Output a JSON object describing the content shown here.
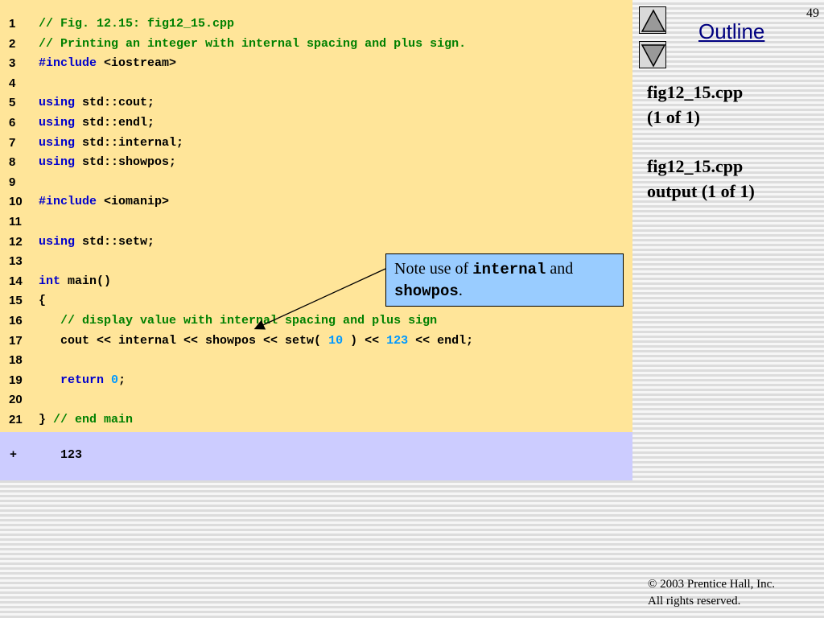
{
  "page_number": "49",
  "outline": {
    "link_label": "Outline",
    "up_icon": "triangle-up-icon",
    "down_icon": "triangle-down-icon"
  },
  "sidebar": {
    "file_title": "fig12_15.cpp",
    "file_page": "(1 of 1)",
    "output_title": "fig12_15.cpp",
    "output_page": "output (1 of 1)"
  },
  "code": {
    "lines": [
      {
        "num": "1",
        "segments": [
          {
            "t": "// Fig. 12.15: fig12_15.cpp",
            "c": "cmt"
          }
        ]
      },
      {
        "num": "2",
        "segments": [
          {
            "t": "// Printing an integer with internal spacing and plus sign.",
            "c": "cmt"
          }
        ]
      },
      {
        "num": "3",
        "segments": [
          {
            "t": "#include",
            "c": "kw"
          },
          {
            "t": " <iostream>",
            "c": ""
          }
        ]
      },
      {
        "num": "4",
        "segments": []
      },
      {
        "num": "5",
        "segments": [
          {
            "t": "using",
            "c": "kw"
          },
          {
            "t": " std::cout;",
            "c": ""
          }
        ]
      },
      {
        "num": "6",
        "segments": [
          {
            "t": "using",
            "c": "kw"
          },
          {
            "t": " std::endl;",
            "c": ""
          }
        ]
      },
      {
        "num": "7",
        "segments": [
          {
            "t": "using",
            "c": "kw"
          },
          {
            "t": " std::internal;",
            "c": ""
          }
        ]
      },
      {
        "num": "8",
        "segments": [
          {
            "t": "using",
            "c": "kw"
          },
          {
            "t": " std::showpos;",
            "c": ""
          }
        ]
      },
      {
        "num": "9",
        "segments": []
      },
      {
        "num": "10",
        "segments": [
          {
            "t": "#include",
            "c": "kw"
          },
          {
            "t": " <iomanip>",
            "c": ""
          }
        ]
      },
      {
        "num": "11",
        "segments": []
      },
      {
        "num": "12",
        "segments": [
          {
            "t": "using",
            "c": "kw"
          },
          {
            "t": " std::setw;",
            "c": ""
          }
        ]
      },
      {
        "num": "13",
        "segments": []
      },
      {
        "num": "14",
        "segments": [
          {
            "t": "int",
            "c": "kw"
          },
          {
            "t": " main()",
            "c": ""
          }
        ]
      },
      {
        "num": "15",
        "segments": [
          {
            "t": "{",
            "c": ""
          }
        ]
      },
      {
        "num": "16",
        "segments": [
          {
            "t": "   // display value with internal spacing and plus sign",
            "c": "cmt"
          }
        ]
      },
      {
        "num": "17",
        "segments": [
          {
            "t": "   cout << internal << showpos << setw( ",
            "c": ""
          },
          {
            "t": "10",
            "c": "num"
          },
          {
            "t": " ) << ",
            "c": ""
          },
          {
            "t": "123",
            "c": "num"
          },
          {
            "t": " << endl;",
            "c": ""
          }
        ]
      },
      {
        "num": "18",
        "segments": []
      },
      {
        "num": "19",
        "segments": [
          {
            "t": "   ",
            "c": ""
          },
          {
            "t": "return",
            "c": "kw"
          },
          {
            "t": " ",
            "c": ""
          },
          {
            "t": "0",
            "c": "num"
          },
          {
            "t": ";",
            "c": ""
          }
        ]
      },
      {
        "num": "20",
        "segments": []
      },
      {
        "num": "21",
        "segments": [
          {
            "t": "} ",
            "c": ""
          },
          {
            "t": "// end main",
            "c": "cmt"
          }
        ]
      }
    ]
  },
  "output": {
    "text": "+      123"
  },
  "callout": {
    "prefix": "Note use of ",
    "term1": "internal",
    "middle": " and",
    "term2": "showpos",
    "suffix": "."
  },
  "footer": {
    "copyright": "© 2003 Prentice Hall, Inc.",
    "rights": "All rights reserved."
  },
  "colors": {
    "code_bg": "#ffe599",
    "output_bg": "#ccccff",
    "callout_bg": "#99ccff",
    "comment": "#008000",
    "keyword": "#0000cc",
    "number": "#0099ff",
    "link": "#000080"
  }
}
